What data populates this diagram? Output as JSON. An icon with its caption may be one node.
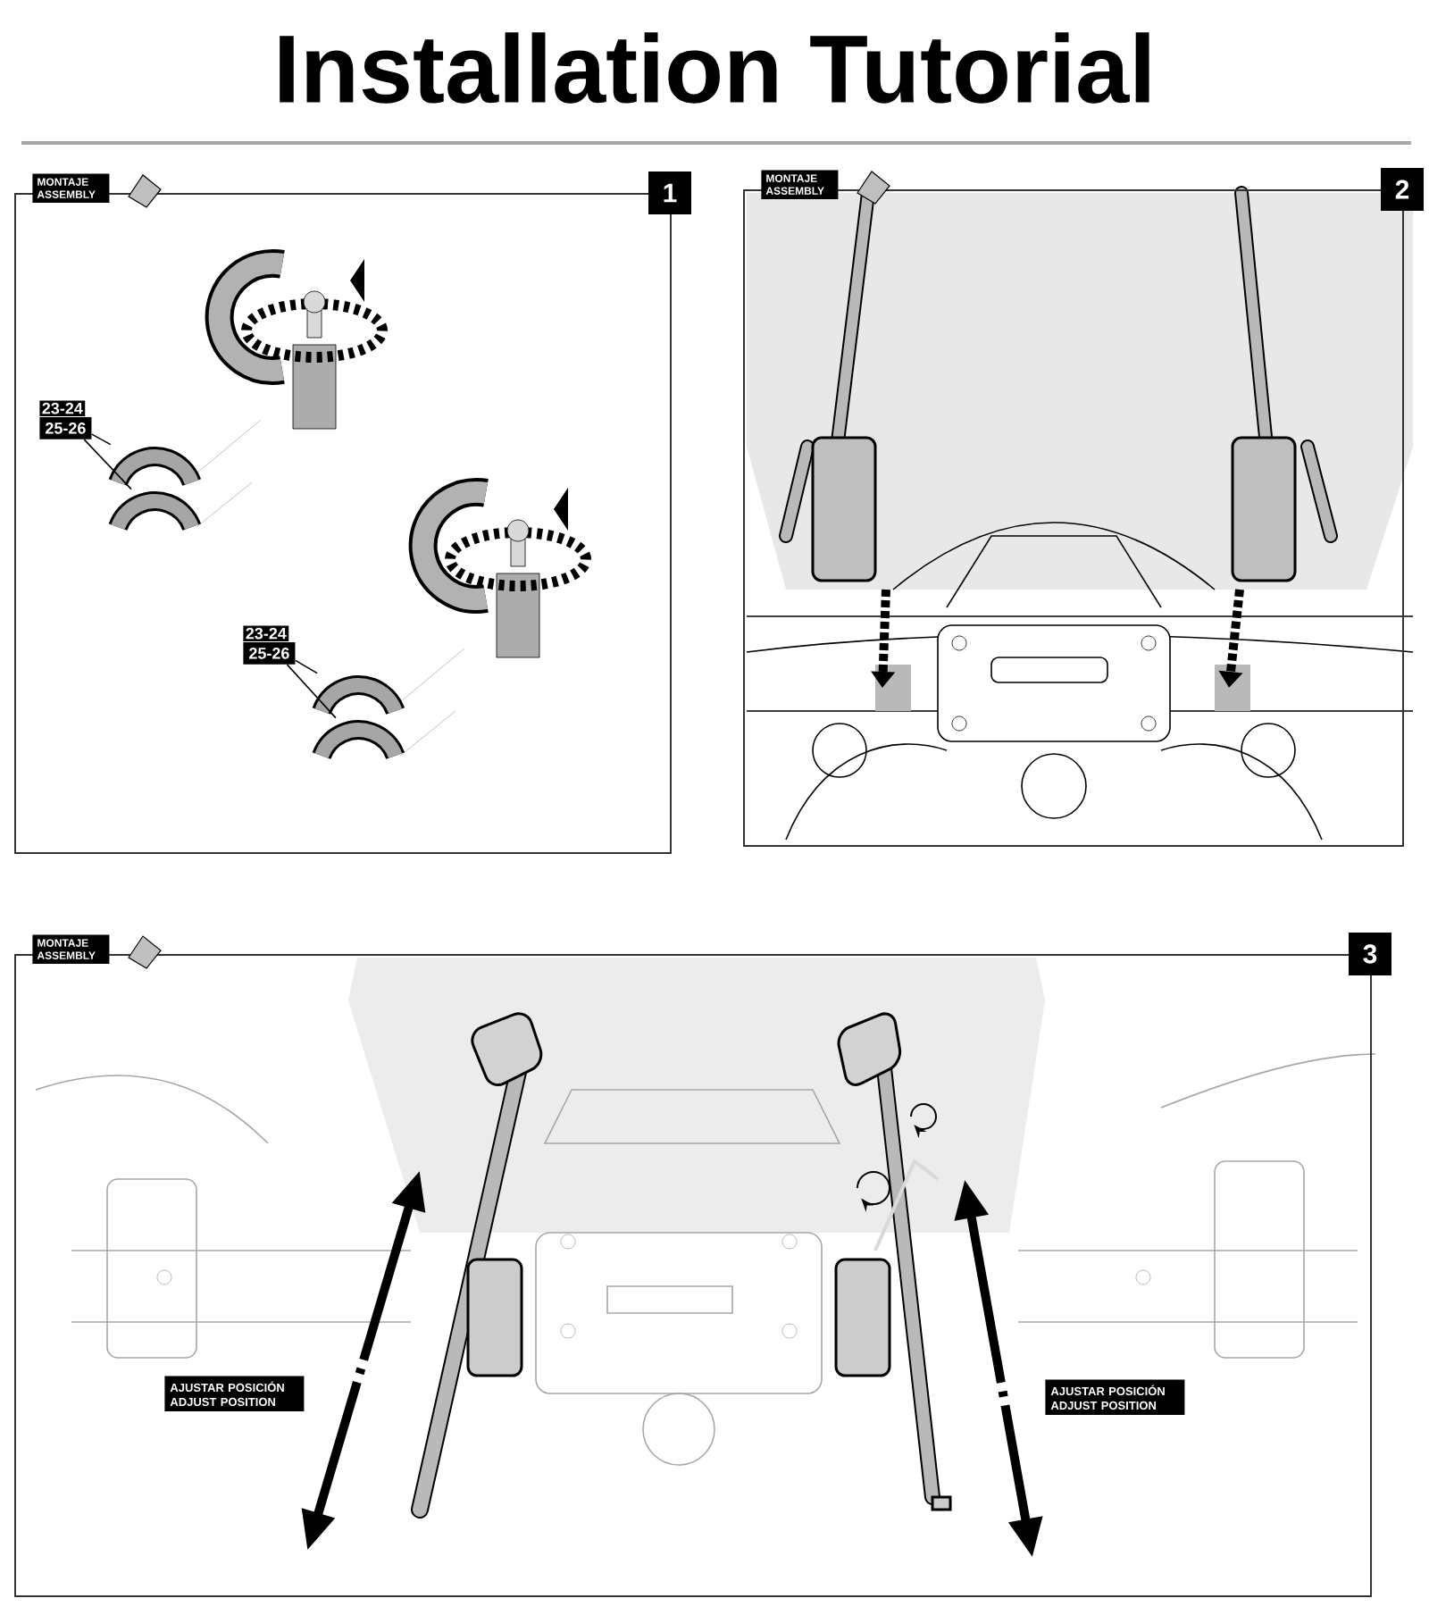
{
  "diagram": {
    "title": "Installation Tutorial",
    "nodes": [
      {
        "text": [
          "MONTAJE ASSEMBLY",
          "1"
        ]
      },
      {
        "text": [
          "MONTAJE ASSEMBLY",
          "2"
        ]
      },
      {
        "text": [
          "MONTAJE ASSEMBLY",
          "3"
        ]
      },
      {
        "text": [
          "23-24",
          "25-26"
        ],
        "in": 0
      },
      {
        "text": [],
        "shape": "picture",
        "in": 0
      },
      {
        "text": [],
        "shape": "picture",
        "in": 0
      },
      {
        "text": [
          "23-24",
          "25-26"
        ],
        "in": 0
      },
      {
        "text": [],
        "shape": "picture",
        "in": 0
      },
      {
        "text": [],
        "shape": "picture",
        "in": 0
      },
      {
        "text": [
          "AJUSTAR POSICIÓN ADJUST POSITION"
        ],
        "in": 2
      },
      {
        "text": [
          "AJUSTAR POSICIÓN ADJUST POSITION"
        ],
        "in": 2
      }
    ],
    "edges": [
      {
        "from": 3,
        "to": 4,
        "arrow": "none"
      },
      {
        "from": 3,
        "to": 5,
        "arrow": "none"
      },
      {
        "from": 6,
        "to": 7,
        "arrow": "none"
      },
      {
        "from": 6,
        "to": 8,
        "arrow": "none"
      }
    ]
  }
}
